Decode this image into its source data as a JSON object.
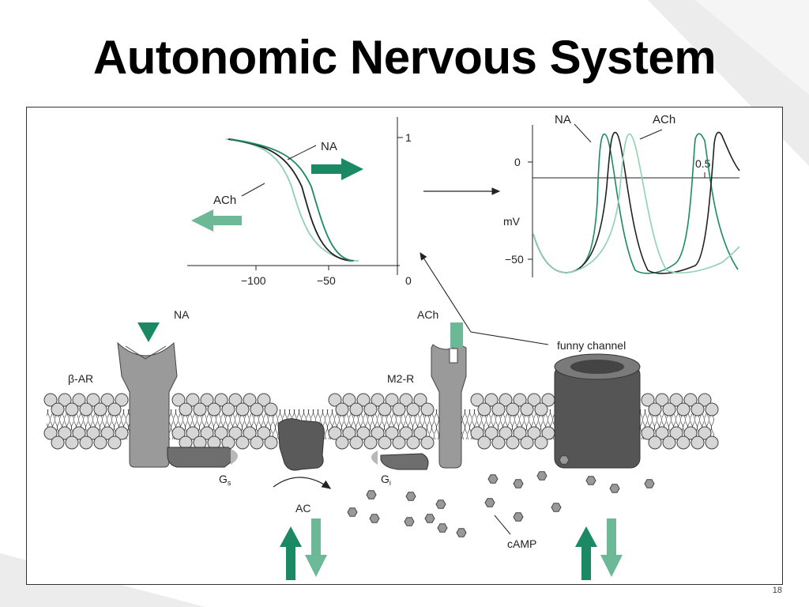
{
  "slide": {
    "title": "Autonomic Nervous System",
    "page_number": "18"
  },
  "colors": {
    "teal_dark": "#1b8a64",
    "teal_light": "#6db896",
    "membrane_grey": "#cfcfcf",
    "protein_grey": "#9a9a9a",
    "channel_dark": "#555555"
  },
  "activation_plot": {
    "ticks_x": [
      "−100",
      "−50",
      "0"
    ],
    "tick_y_top": "1",
    "label_na": "NA",
    "label_ach": "ACh"
  },
  "action_potential_plot": {
    "label_na": "NA",
    "label_ach": "ACh",
    "ylabel": "mV",
    "tick_y_zero": "0",
    "tick_y_minus50": "−50",
    "time_tick": "0.5"
  },
  "cell_diagram": {
    "na_label": "NA",
    "ach_label": "ACh",
    "beta_ar_label": "β-AR",
    "m2r_label": "M2-R",
    "funny_channel_label": "funny channel",
    "gs_label": "G",
    "gs_sub": "s",
    "gi_label": "G",
    "gi_sub": "i",
    "ac_label": "AC",
    "camp_label": "cAMP"
  }
}
